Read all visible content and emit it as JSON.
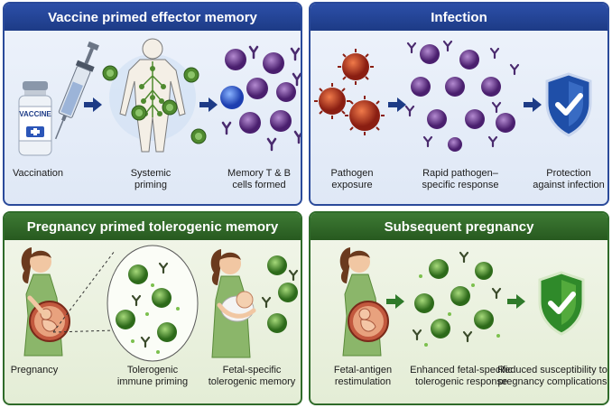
{
  "panels": {
    "vaccine": {
      "title": "Vaccine primed effector memory",
      "steps": [
        {
          "l1": "Vaccination",
          "l2": ""
        },
        {
          "l1": "Systemic",
          "l2": "priming"
        },
        {
          "l1": "Memory T & B",
          "l2": "cells formed"
        }
      ],
      "vial_label": "VACCINE"
    },
    "infection": {
      "title": "Infection",
      "steps": [
        {
          "l1": "Pathogen",
          "l2": "exposure"
        },
        {
          "l1": "Rapid pathogen–",
          "l2": "specific response"
        },
        {
          "l1": "Protection",
          "l2": "against infection"
        }
      ]
    },
    "pregnancy": {
      "title": "Pregnancy primed tolerogenic memory",
      "steps": [
        {
          "l1": "Pregnancy",
          "l2": ""
        },
        {
          "l1": "Tolerogenic",
          "l2": "immune priming"
        },
        {
          "l1": "Fetal-specific",
          "l2": "tolerogenic memory"
        }
      ]
    },
    "subsequent": {
      "title": "Subsequent pregnancy",
      "steps": [
        {
          "l1": "Fetal-antigen",
          "l2": "restimulation"
        },
        {
          "l1": "Enhanced fetal-specific",
          "l2": "tolerogenic response"
        },
        {
          "l1": "Reduced susceptibility to",
          "l2": "pregnancy complications"
        }
      ]
    }
  },
  "colors": {
    "blue_header": "#1d3b86",
    "green_header": "#27591f",
    "effector_cell": "#6a2d8f",
    "tolerogenic_cell": "#3f8a25",
    "pathogen": "#b8321f",
    "arrow_blue": "#1d3b86",
    "arrow_green": "#2f7a2a",
    "shield_blue": "#1f4fa8",
    "shield_green": "#2f8a2a"
  },
  "icons": [
    "vaccine-vial-icon",
    "syringe-icon",
    "human-body-icon",
    "immune-cell-icon",
    "antibody-icon",
    "pathogen-icon",
    "shield-check-icon",
    "pregnant-woman-icon",
    "mother-baby-icon",
    "arrow-right-icon"
  ]
}
